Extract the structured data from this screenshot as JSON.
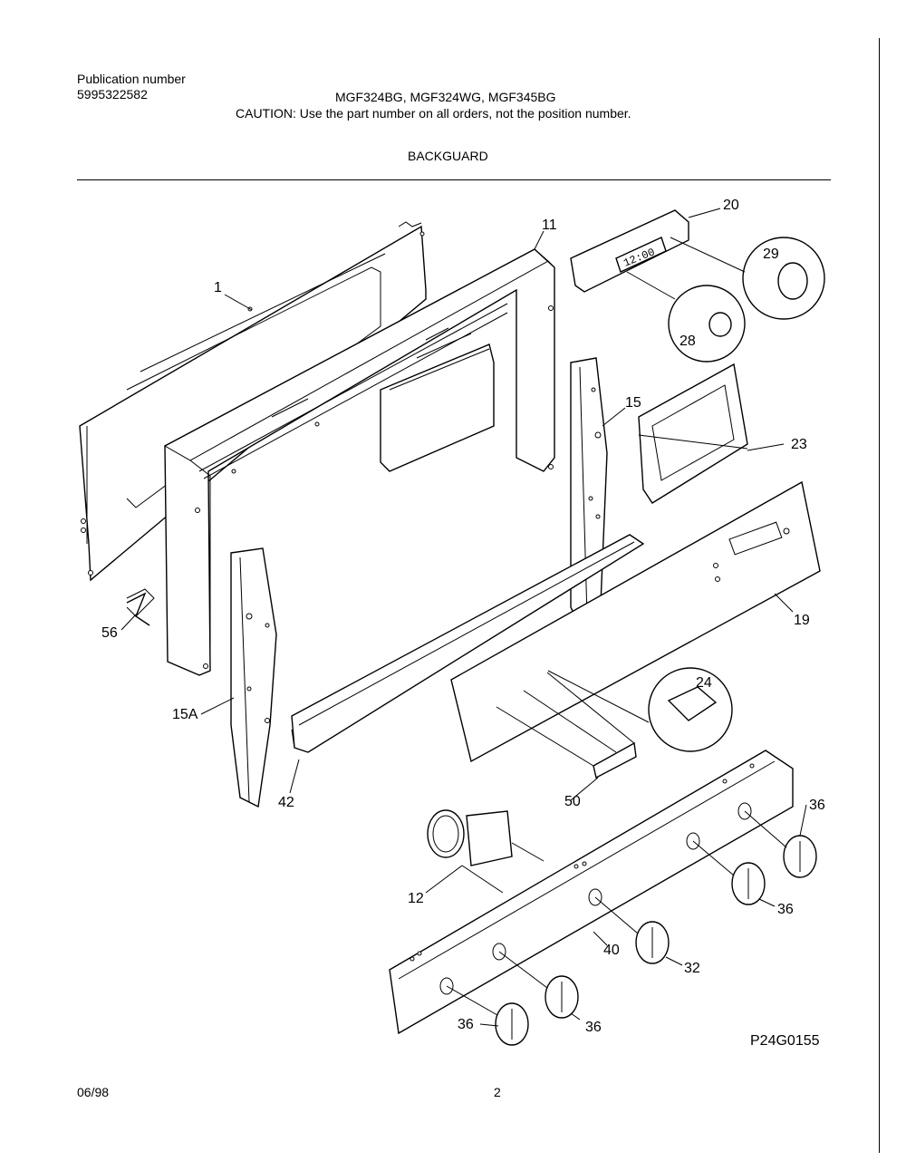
{
  "header": {
    "pub_label": "Publication number",
    "pub_number": "5995322582",
    "models": "MGF324BG, MGF324WG, MGF345BG",
    "caution": "CAUTION:  Use the part number on all orders, not the position number.",
    "section": "BACKGUARD"
  },
  "callouts": {
    "c1": "1",
    "c11": "11",
    "c20": "20",
    "c29": "29",
    "c28": "28",
    "c15": "15",
    "c23": "23",
    "c19": "19",
    "c56": "56",
    "c15a": "15A",
    "c24": "24",
    "c42": "42",
    "c50": "50",
    "c12": "12",
    "c36a": "36",
    "c36b": "36",
    "c40": "40",
    "c32": "32",
    "c36c": "36",
    "c36d": "36"
  },
  "clock_display": "12:00",
  "figure_id": "P24G0155",
  "footer": {
    "date": "06/98",
    "page": "2"
  }
}
